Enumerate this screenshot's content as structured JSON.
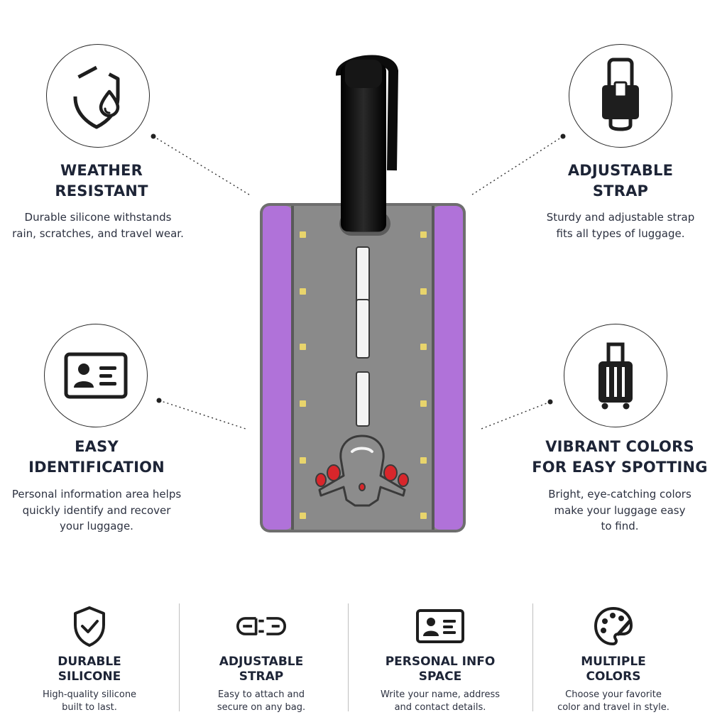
{
  "features": {
    "weather": {
      "icon": "shield-water-drop-icon",
      "title": "WEATHER\nRESISTANT",
      "desc": "Durable silicone withstands\nrain, scratches, and travel wear."
    },
    "strap": {
      "icon": "luggage-strap-icon",
      "title": "ADJUSTABLE\nSTRAP",
      "desc": "Sturdy and adjustable strap\nfits all types of luggage."
    },
    "identification": {
      "icon": "id-card-icon",
      "title": "EASY\nIDENTIFICATION",
      "desc": "Personal information area helps\nquickly identify and recover\nyour luggage."
    },
    "colors": {
      "icon": "suitcase-icon",
      "title": "VIBRANT COLORS\nFOR EASY SPOTTING",
      "desc": "Bright, eye-catching colors\nmake your luggage easy\nto find."
    }
  },
  "product": {
    "name": "runway-airplane-luggage-tag",
    "colors": {
      "sides": "#b070d8",
      "runway": "#7a7a7a",
      "strap": "#111111",
      "lights": "#e7d36a",
      "plane_accent": "#d8262b"
    }
  },
  "bottom": [
    {
      "icon": "shield-check-icon",
      "title": "DURABLE\nSILICONE",
      "desc": "High-quality silicone\nbuilt to last."
    },
    {
      "icon": "strap-buckle-icon",
      "title": "ADJUSTABLE\nSTRAP",
      "desc": "Easy to attach and\nsecure on any bag."
    },
    {
      "icon": "id-card-icon",
      "title": "PERSONAL INFO\nSPACE",
      "desc": "Write your name, address\nand contact details."
    },
    {
      "icon": "palette-icon",
      "title": "MULTIPLE\nCOLORS",
      "desc": "Choose your favorite\ncolor and travel in style."
    }
  ]
}
